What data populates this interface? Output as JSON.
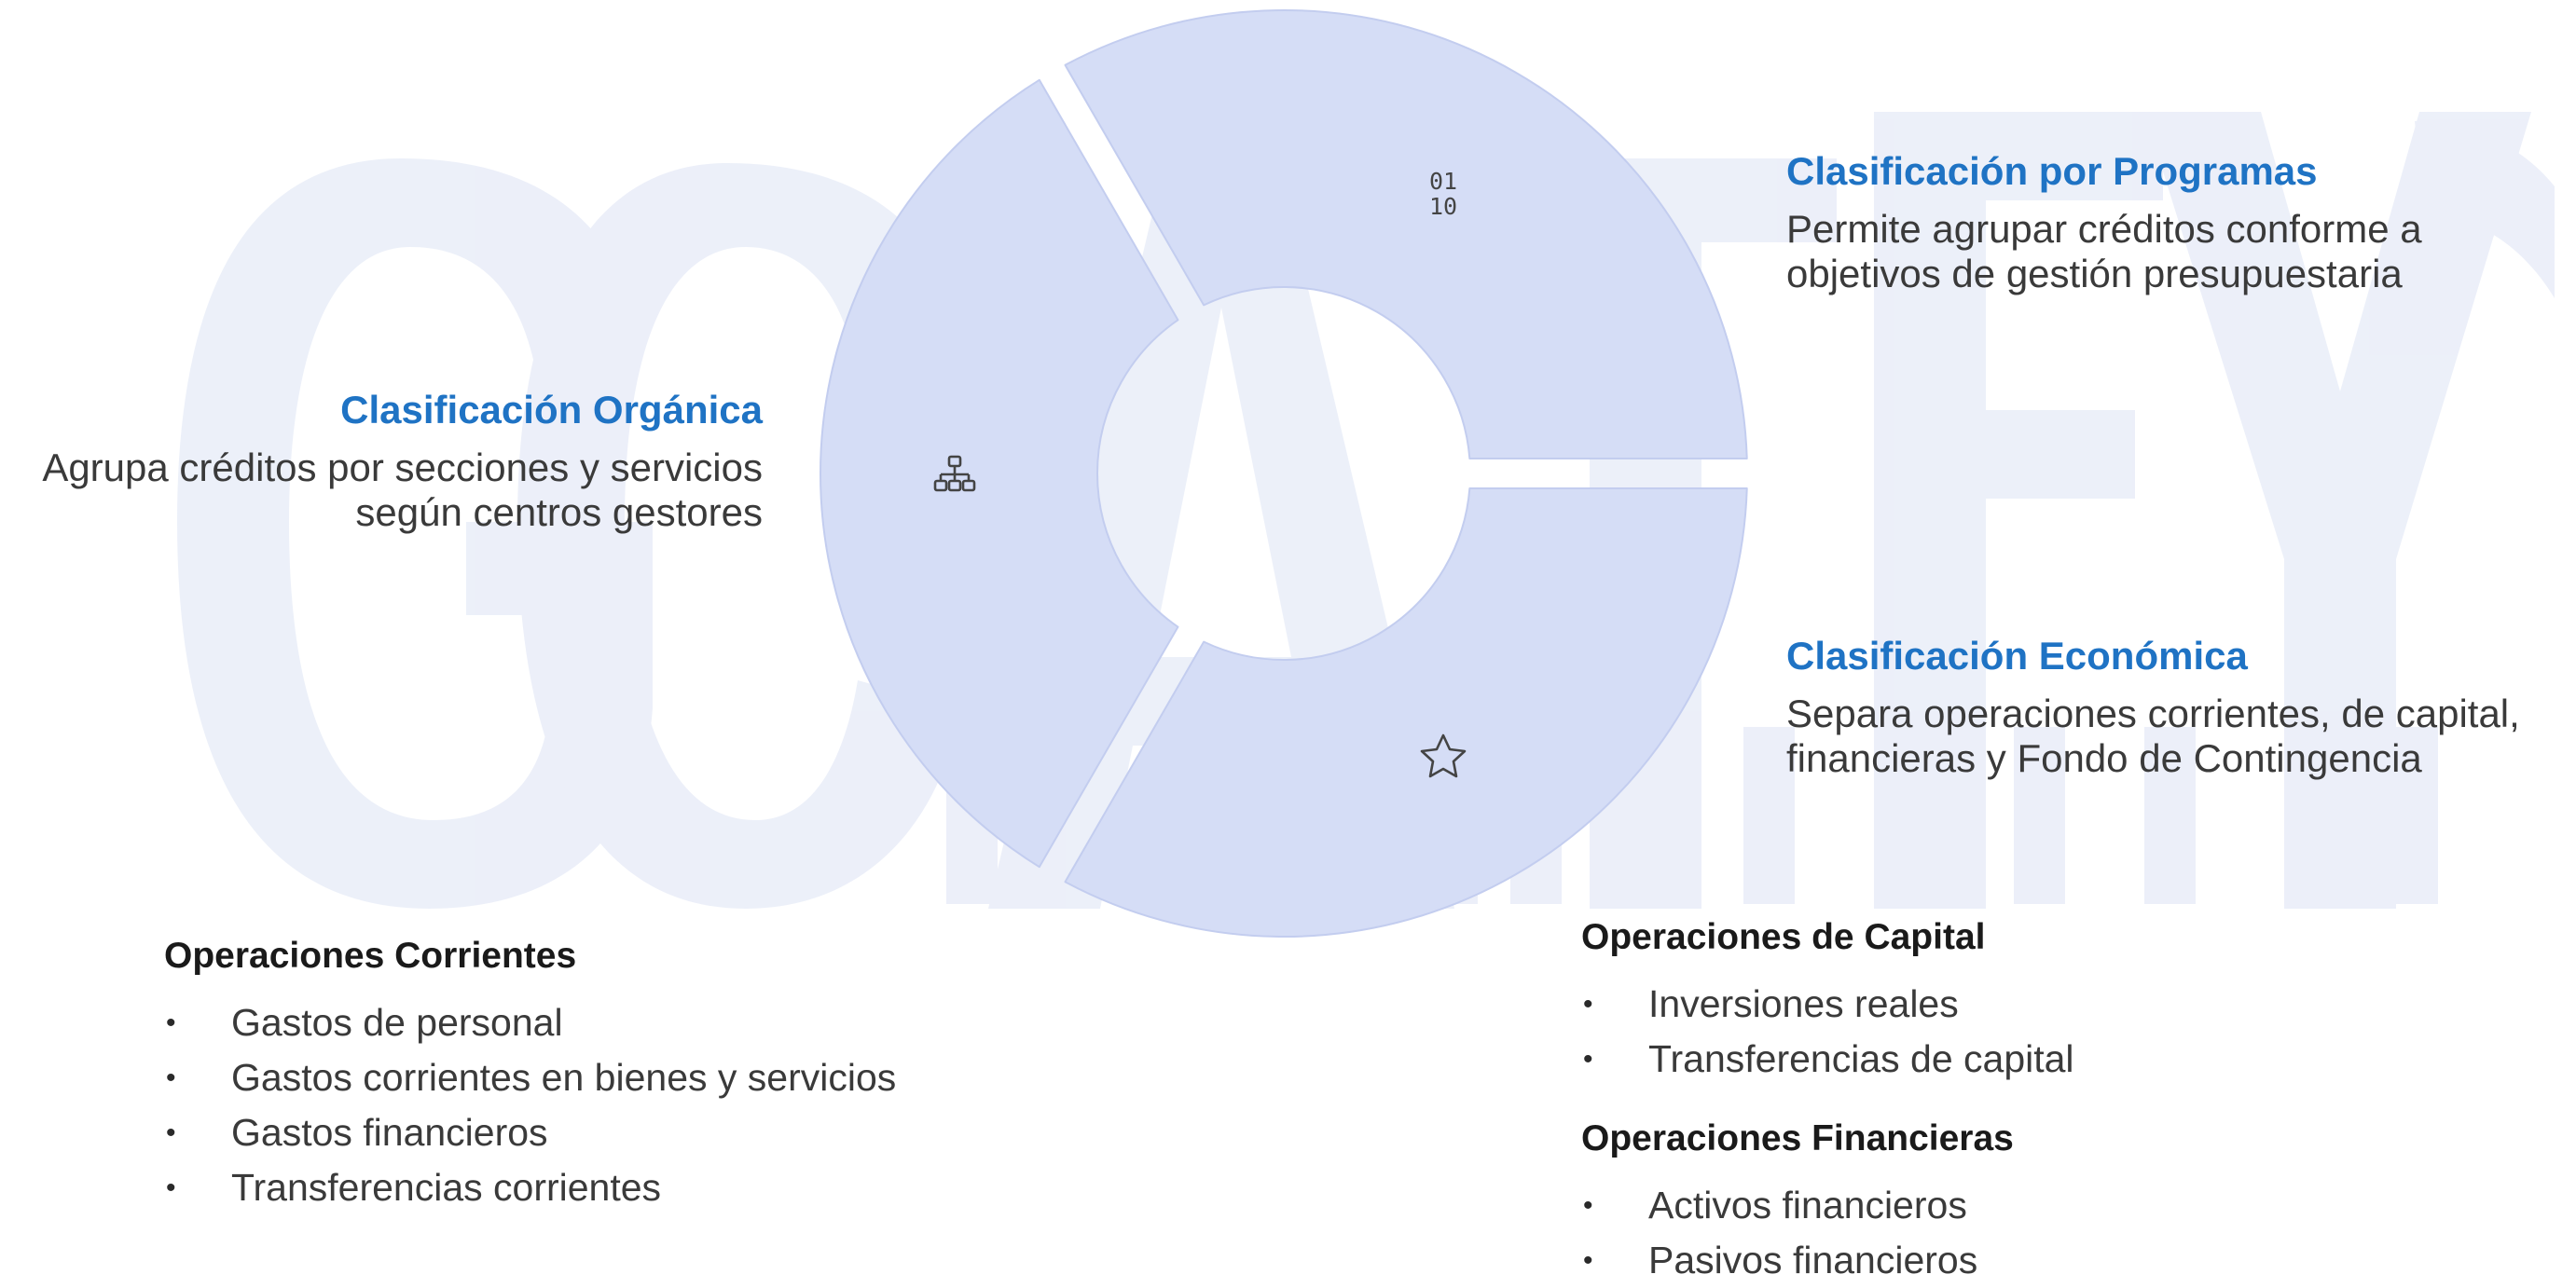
{
  "diagram": {
    "segment_fill": "#d5ddf6",
    "segment_stroke": "#c3cdef",
    "icon_color": "#444444",
    "title_color": "#1f73c4",
    "segments": [
      {
        "name": "organica",
        "icon": "org-chart-icon"
      },
      {
        "name": "programas",
        "icon": "binary-icon",
        "icon_text_top": "01",
        "icon_text_bottom": "10"
      },
      {
        "name": "economica",
        "icon": "star-icon"
      }
    ]
  },
  "labels": {
    "organica": {
      "title": "Clasificación Orgánica",
      "desc_line1": "Agrupa créditos por secciones y servicios",
      "desc_line2": "según centros gestores"
    },
    "programas": {
      "title": "Clasificación por Programas",
      "desc_line1": "Permite agrupar créditos conforme a",
      "desc_line2": "objetivos de gestión presupuestaria"
    },
    "economica": {
      "title": "Clasificación Económica",
      "desc_line1": "Separa operaciones corrientes, de capital,",
      "desc_line2": "financieras y Fondo de Contingencia"
    }
  },
  "operations": {
    "corrientes": {
      "title": "Operaciones Corrientes",
      "items": [
        "Gastos de personal",
        "Gastos corrientes en bienes y servicios",
        "Gastos financieros",
        "Transferencias corrientes"
      ]
    },
    "capital": {
      "title": "Operaciones de Capital",
      "items": [
        "Inversiones reales",
        "Transferencias de capital"
      ]
    },
    "financieras": {
      "title": "Operaciones Financieras",
      "items": [
        "Activos financieros",
        "Pasivos financieros"
      ]
    }
  },
  "bullet_char": "•"
}
